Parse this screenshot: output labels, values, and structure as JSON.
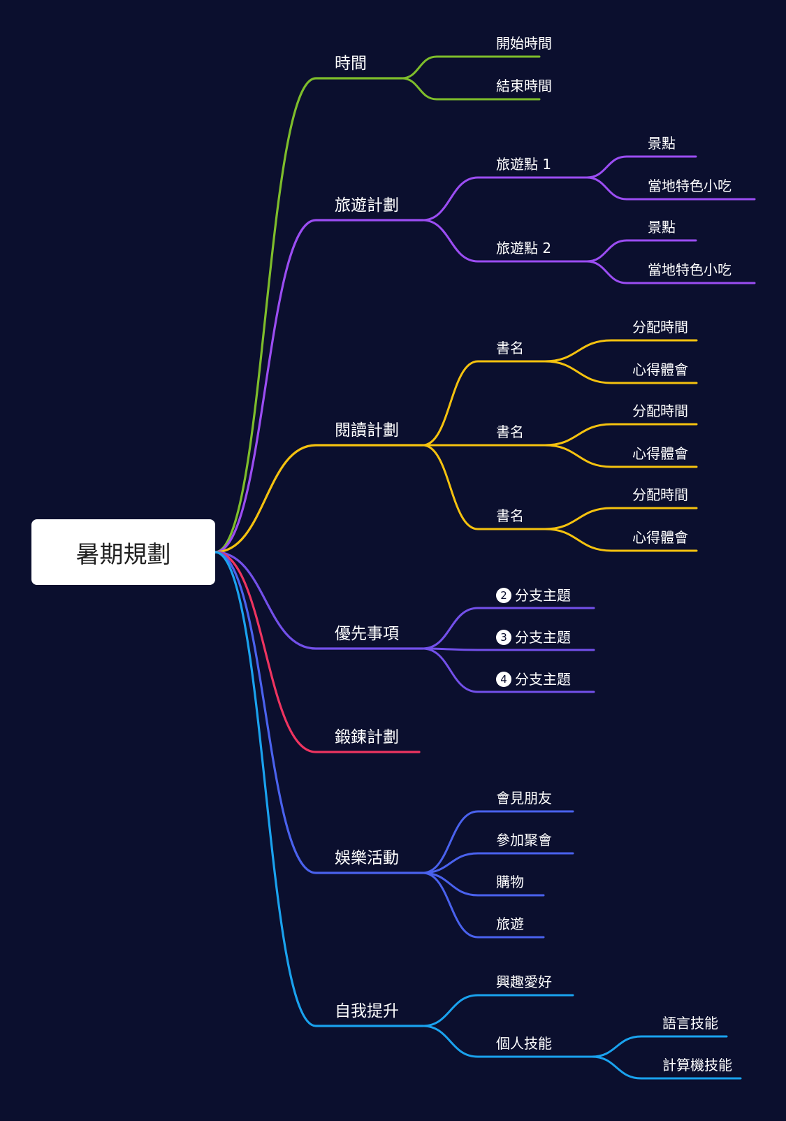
{
  "root": {
    "label": "暑期規劃"
  },
  "branches": [
    {
      "label": "時間",
      "color": "#7ebd2b",
      "children": [
        {
          "label": "開始時間"
        },
        {
          "label": "結束時間"
        }
      ]
    },
    {
      "label": "旅遊計劃",
      "color": "#9b4df2",
      "children": [
        {
          "label": "旅遊點 1",
          "children": [
            {
              "label": "景點"
            },
            {
              "label": "當地特色小吃"
            }
          ]
        },
        {
          "label": "旅遊點 2",
          "children": [
            {
              "label": "景點"
            },
            {
              "label": "當地特色小吃"
            }
          ]
        }
      ]
    },
    {
      "label": "閱讀計劃",
      "color": "#f5c20f",
      "children": [
        {
          "label": "書名",
          "children": [
            {
              "label": "分配時間"
            },
            {
              "label": "心得體會"
            }
          ]
        },
        {
          "label": "書名",
          "children": [
            {
              "label": "分配時間"
            },
            {
              "label": "心得體會"
            }
          ]
        },
        {
          "label": "書名",
          "children": [
            {
              "label": "分配時間"
            },
            {
              "label": "心得體會"
            }
          ]
        }
      ]
    },
    {
      "label": "優先事項",
      "color": "#7350ea",
      "children": [
        {
          "label": "分支主題",
          "badge": "2"
        },
        {
          "label": "分支主題",
          "badge": "3"
        },
        {
          "label": "分支主題",
          "badge": "4"
        }
      ]
    },
    {
      "label": "鍛鍊計劃",
      "color": "#ee3460",
      "children": []
    },
    {
      "label": "娛樂活動",
      "color": "#4a62ee",
      "children": [
        {
          "label": "會見朋友"
        },
        {
          "label": "參加聚會"
        },
        {
          "label": "購物"
        },
        {
          "label": "旅遊"
        }
      ]
    },
    {
      "label": "自我提升",
      "color": "#1aa2ee",
      "children": [
        {
          "label": "興趣愛好"
        },
        {
          "label": "個人技能",
          "children": [
            {
              "label": "語言技能"
            },
            {
              "label": "計算機技能"
            }
          ]
        }
      ]
    }
  ]
}
